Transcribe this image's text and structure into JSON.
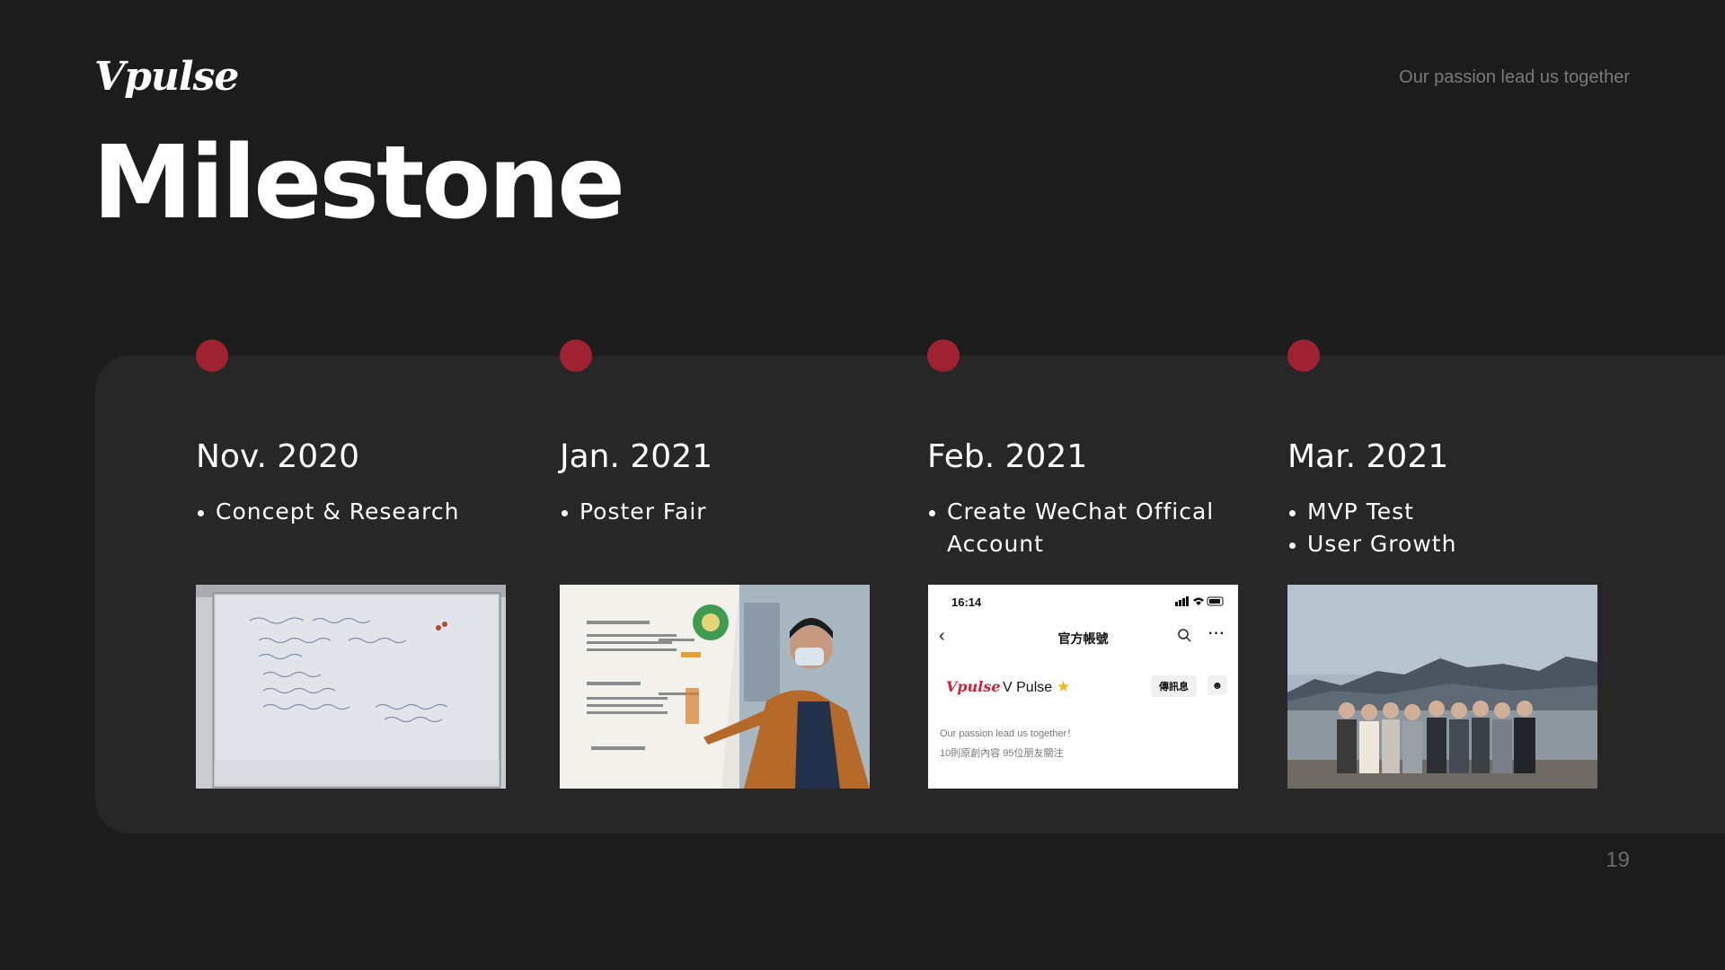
{
  "header": {
    "logo_text": "Vpulse",
    "tagline": "Our passion lead us together",
    "title": "Milestone"
  },
  "colors": {
    "background": "#1c1c1c",
    "panel": "#272727",
    "accent_dot": "#9f2232",
    "text": "#ffffff",
    "muted": "#7a7a7a"
  },
  "milestones": [
    {
      "date": "Nov. 2020",
      "items": [
        "Concept & Research"
      ],
      "image": "whiteboard-photo"
    },
    {
      "date": "Jan. 2021",
      "items": [
        "Poster Fair"
      ],
      "image": "poster-fair-photo"
    },
    {
      "date": "Feb. 2021",
      "items": [
        "Create WeChat Offical Account"
      ],
      "image": "wechat-screenshot"
    },
    {
      "date": "Mar. 2021",
      "items": [
        "MVP Test",
        "User Growth"
      ],
      "image": "team-photo"
    }
  ],
  "wechat": {
    "time": "16:14",
    "header_title": "官方帳號",
    "logo_text": "Vpulse",
    "account_name": "V Pulse",
    "message_button": "傳訊息",
    "slogan": "Our passion lead us together！",
    "stats": "10則原創內容   95位朋友關注"
  },
  "page_number": "19"
}
